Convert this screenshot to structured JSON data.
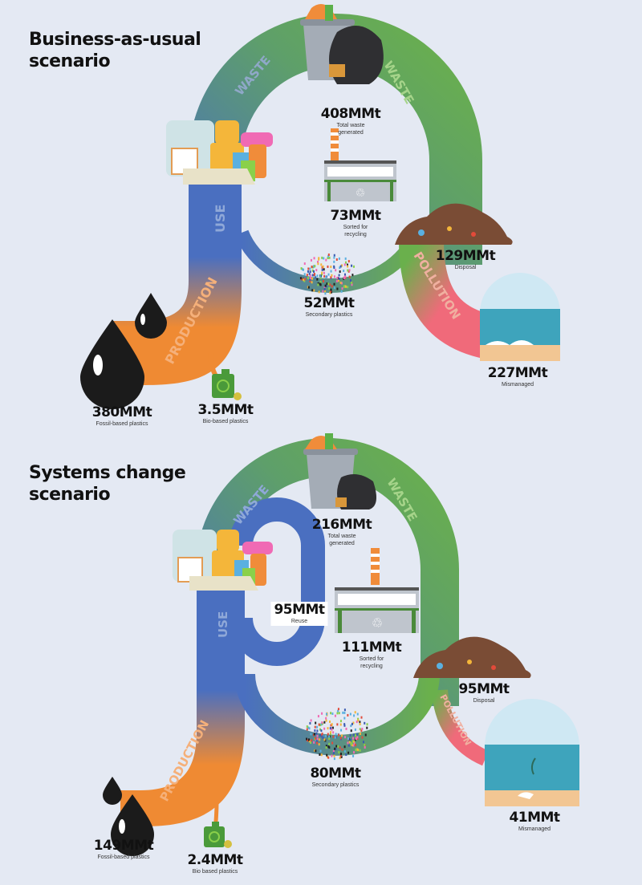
{
  "scenarios": [
    {
      "title_line1": "Business-as-usual",
      "title_line2": "scenario",
      "stage_labels": {
        "waste_left": "WASTE",
        "waste_right": "WASTE",
        "use": "USE",
        "production": "PRODUCTION",
        "pollution": "POLLUTION"
      },
      "flows": {
        "total_waste": {
          "value": "408MMt",
          "desc": "Total waste generated"
        },
        "sorted_recycling": {
          "value": "73MMt",
          "desc": "Sorted for recycling"
        },
        "disposal": {
          "value": "129MMt",
          "desc": "Disposal"
        },
        "secondary_plastics": {
          "value": "52MMt",
          "desc": "Secondary plastics"
        },
        "mismanaged": {
          "value": "227MMt",
          "desc": "Mismanaged"
        },
        "fossil_based": {
          "value": "380MMt",
          "desc": "Fossil-based plastics"
        },
        "bio_based": {
          "value": "3.5MMt",
          "desc": "Bio-based plastics"
        }
      }
    },
    {
      "title_line1": "Systems change",
      "title_line2": "scenario",
      "stage_labels": {
        "waste_left": "WASTE",
        "waste_right": "WASTE",
        "use": "USE",
        "production": "PRODUCTION",
        "pollution": "POLLUTION"
      },
      "flows": {
        "total_waste": {
          "value": "216MMt",
          "desc": "Total waste generated"
        },
        "reuse": {
          "value": "95MMt",
          "desc": "Reuse"
        },
        "sorted_recycling": {
          "value": "111MMt",
          "desc": "Sorted for recycling"
        },
        "disposal": {
          "value": "95MMt",
          "desc": "Disposal"
        },
        "secondary_plastics": {
          "value": "80MMt",
          "desc": "Secondary plastics"
        },
        "mismanaged": {
          "value": "41MMt",
          "desc": "Mismanaged"
        },
        "fossil_based": {
          "value": "149MMt",
          "desc": "Fossil-based plastics"
        },
        "bio_based": {
          "value": "2.4MMt",
          "desc": "Bio based plastics"
        }
      }
    }
  ],
  "colors": {
    "background": "#e4e9f3",
    "blue": "#4a6fc0",
    "green": "#6ab04c",
    "orange": "#ef8a33",
    "pink": "#f06a7a",
    "oil": "#1b1b1b"
  }
}
